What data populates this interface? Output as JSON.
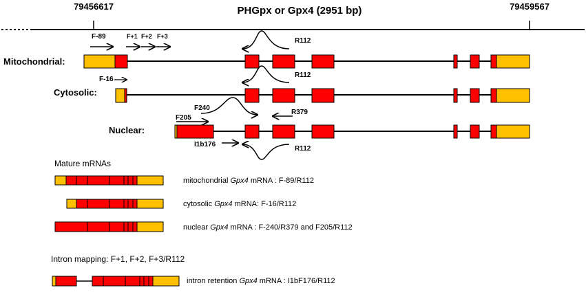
{
  "title": "PHGpx or Gpx4 (2951 bp)",
  "coord_start": "79456617",
  "coord_end": "79459567",
  "transcripts": {
    "mitochondrial": "Mitochondrial:",
    "cytosolic": "Cytosolic:",
    "nuclear": "Nuclear:"
  },
  "primers": {
    "f89": "F-89",
    "f1": "F+1",
    "f2": "F+2",
    "f3": "F+3",
    "r112": "R112",
    "f16": "F-16",
    "f240": "F240",
    "r379": "R379",
    "f205": "F205",
    "i1b176": "I1b176"
  },
  "mature_heading": "Mature mRNAs",
  "mrna_labels": {
    "mito_pre": "mitochondrial ",
    "mito_suf": " mRNA : F-89/R112",
    "cyto_pre": "cytosolic ",
    "cyto_suf": " mRNA: F-16/R112",
    "nuc_pre": "nuclear ",
    "nuc_suf": " mRNA : F-240/R379 and F205/R112",
    "intron_pre": "intron retention ",
    "intron_suf": " mRNA : I1bF176/R112"
  },
  "gene_symbol": "Gpx4",
  "intron_mapping": "Intron mapping: F+1, F+2, F+3/R112",
  "colors": {
    "exon_coding": "#ff0000",
    "utr": "#ffc000",
    "outline": "#000000"
  }
}
